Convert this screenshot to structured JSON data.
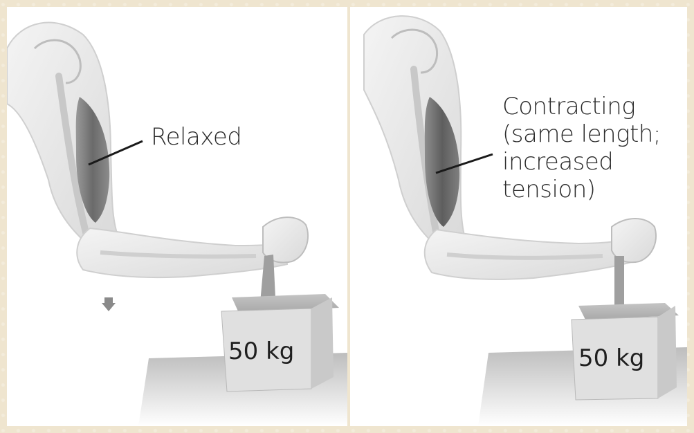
{
  "panels": [
    {
      "state_label": "Relaxed",
      "weight_label": "50 kg"
    },
    {
      "state_label_lines": [
        "Contracting",
        "(same length;",
        "increased",
        "tension)"
      ],
      "weight_label": "50 kg"
    }
  ],
  "colors": {
    "background": "#efe5cf",
    "panel": "#ffffff",
    "skin": "#ececec",
    "muscle": "#6f6f6f",
    "weight_block": "#d6d6d6"
  }
}
